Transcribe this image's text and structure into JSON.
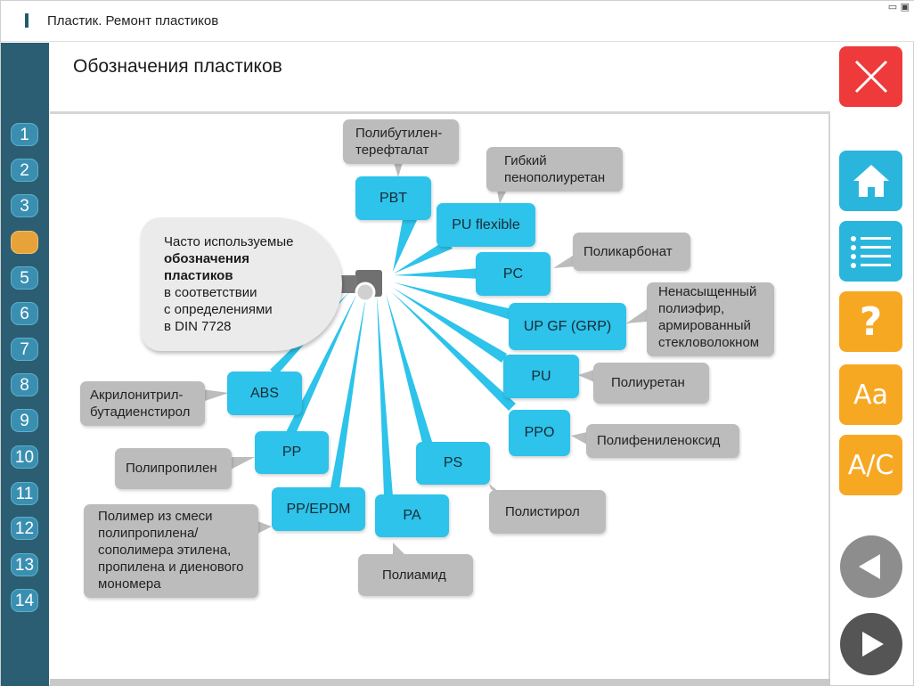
{
  "window": {
    "title": "Пластик. Ремонт пластиков",
    "resize_glyph": "▭ ▣"
  },
  "page": {
    "title": "Обозначения пластиков"
  },
  "nav": {
    "items": [
      "1",
      "2",
      "3",
      "",
      "5",
      "6",
      "7",
      "8",
      "9",
      "10",
      "11",
      "12",
      "13",
      "14"
    ],
    "active_index": 3
  },
  "intro": {
    "line1": "Часто используемые",
    "bold1": "обозначения",
    "bold2": "пластиков",
    "line2": "в соответствии",
    "line3": "с определениями",
    "line4": "в DIN 7728"
  },
  "plastics": [
    {
      "code": "PBT",
      "name_line1": "Полибутилен-",
      "name_line2": "терефталат"
    },
    {
      "code": "PU flexible",
      "name_line1": "Гибкий",
      "name_line2": "пенополиуретан"
    },
    {
      "code": "PC",
      "name_line1": "Поликарбонат",
      "name_line2": ""
    },
    {
      "code": "UP GF (GRP)",
      "name_line1": "Ненасыщенный",
      "name_line2": "полиэфир,",
      "name_line3": "армированный",
      "name_line4": "стекловолокном"
    },
    {
      "code": "PU",
      "name_line1": "Полиуретан",
      "name_line2": ""
    },
    {
      "code": "PPO",
      "name_line1": "Полифениленоксид",
      "name_line2": ""
    },
    {
      "code": "PS",
      "name_line1": "Полистирол",
      "name_line2": ""
    },
    {
      "code": "PA",
      "name_line1": "Полиамид",
      "name_line2": ""
    },
    {
      "code": "PP/EPDM",
      "name_line1": "Полимер из смеси",
      "name_line2": "полипропилена/",
      "name_line3": "сополимера этилена,",
      "name_line4": "пропилена и диенового",
      "name_line5": "мономера"
    },
    {
      "code": "PP",
      "name_line1": "Полипропилен",
      "name_line2": ""
    },
    {
      "code": "ABS",
      "name_line1": "Акрилонитрил-",
      "name_line2": "бутадиенстирол"
    }
  ],
  "toolbar": {
    "close_icon": "close-x-icon",
    "home_icon": "home-icon",
    "list_icon": "list-icon",
    "help_label": "?",
    "font_label": "Aa",
    "ac_label": "A/C",
    "back_icon": "triangle-left-icon",
    "forward_icon": "triangle-right-icon"
  },
  "colors": {
    "bubble": "#2dc3ea",
    "label": "#bcbcbc",
    "nav_bg": "#2b5e72",
    "nav_item": "#3a8fb1",
    "nav_active": "#e8a23a",
    "close": "#ee3a3a",
    "blue_btn": "#2ab6dc",
    "orange_btn": "#f7a823"
  }
}
